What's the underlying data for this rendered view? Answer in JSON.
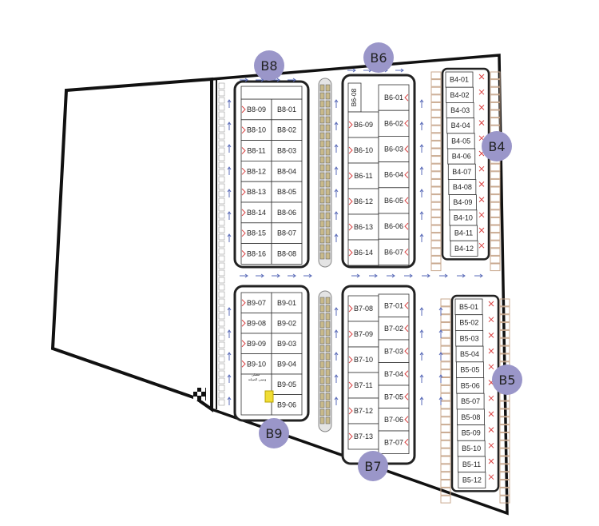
{
  "zones": {
    "b8": {
      "label": "B8",
      "left_units": [
        "B8-09",
        "B8-10",
        "B8-11",
        "B8-12",
        "B8-13",
        "B8-14",
        "B8-15",
        "B8-16"
      ],
      "right_units": [
        "B8-01",
        "B8-02",
        "B8-03",
        "B8-04",
        "B8-05",
        "B8-06",
        "B8-07",
        "B8-08"
      ]
    },
    "b6": {
      "label": "B6",
      "top_unit": "B6-08",
      "left_units": [
        "B6-09",
        "B6-10",
        "B6-11",
        "B6-12",
        "B6-13",
        "B6-14"
      ],
      "right_units": [
        "B6-01",
        "B6-02",
        "B6-03",
        "B6-04",
        "B6-05",
        "B6-06",
        "B6-07"
      ]
    },
    "b4": {
      "label": "B4",
      "units": [
        "B4-01",
        "B4-02",
        "B4-03",
        "B4-04",
        "B4-05",
        "B4-06",
        "B4-07",
        "B4-08",
        "B4-09",
        "B4-10",
        "B4-11",
        "B4-12"
      ]
    },
    "b9": {
      "label": "B9",
      "left_units": [
        "B9-07",
        "B9-08",
        "B9-09",
        "B9-10"
      ],
      "right_units": [
        "B9-01",
        "B9-02",
        "B9-03",
        "B9-04",
        "B9-05",
        "B9-06"
      ],
      "note_line1": "مصلى",
      "note_line2": "ومبنى الصيانة"
    },
    "b7": {
      "label": "B7",
      "left_units": [
        "B7-08",
        "B7-09",
        "B7-10",
        "B7-11",
        "B7-12",
        "B7-13"
      ],
      "right_units": [
        "B7-01",
        "B7-02",
        "B7-03",
        "B7-04",
        "B7-05",
        "B7-06",
        "B7-07"
      ]
    },
    "b5": {
      "label": "B5",
      "units": [
        "B5-01",
        "B5-02",
        "B5-03",
        "B5-04",
        "B5-05",
        "B5-06",
        "B5-07",
        "B5-08",
        "B5-09",
        "B5-10",
        "B5-11",
        "B5-12"
      ]
    }
  },
  "colors": {
    "badge": "#9a96c9",
    "wall": "#111111",
    "parking": "#c9a98f",
    "arrow": "#5a6bb8",
    "median": "#c8b98a",
    "entry": "#d94040"
  }
}
